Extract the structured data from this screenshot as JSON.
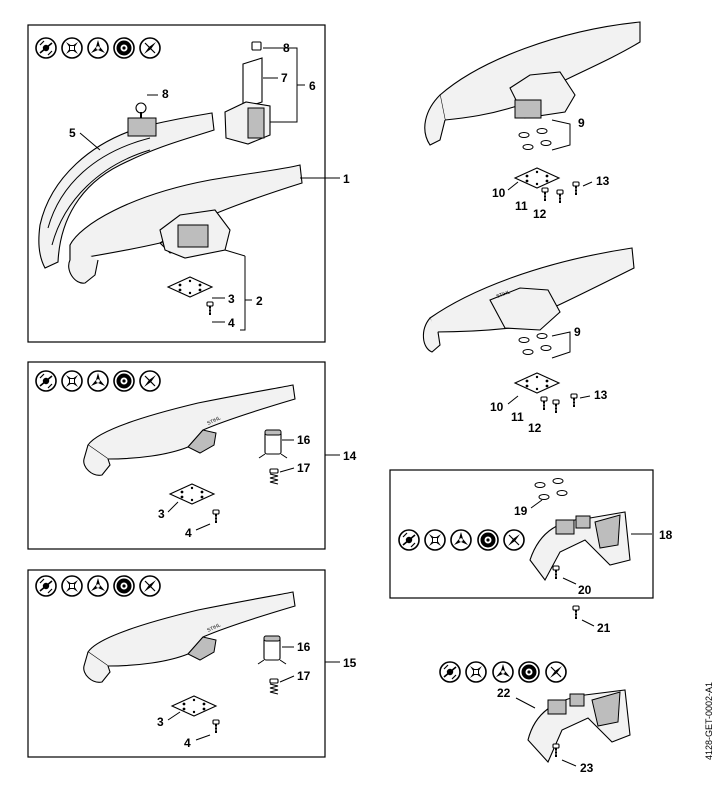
{
  "labels": {
    "l1": "1",
    "l2": "2",
    "l3a": "3",
    "l4a": "4",
    "l5": "5",
    "l6": "6",
    "l7": "7",
    "l8a": "8",
    "l8b": "8",
    "l9a": "9",
    "l10a": "10",
    "l11a": "11",
    "l12a": "12",
    "l13a": "13",
    "l9b": "9",
    "l10b": "10",
    "l11b": "11",
    "l12b": "12",
    "l13b": "13",
    "l3b": "3",
    "l4b": "4",
    "l14": "14",
    "l16a": "16",
    "l17a": "17",
    "l3c": "3",
    "l4c": "4",
    "l15": "15",
    "l16b": "16",
    "l17b": "17",
    "l18": "18",
    "l19": "19",
    "l20": "20",
    "l21": "21",
    "l22": "22",
    "l23": "23"
  },
  "drawing_code": "4128-GET-0002-A1",
  "icon_sets": {
    "five_blade": [
      "mowing-line-icon",
      "grass-cutting-blade-icon",
      "three-tooth-blade-icon",
      "circular-saw-blade-icon",
      "four-tooth-blade-icon"
    ]
  }
}
